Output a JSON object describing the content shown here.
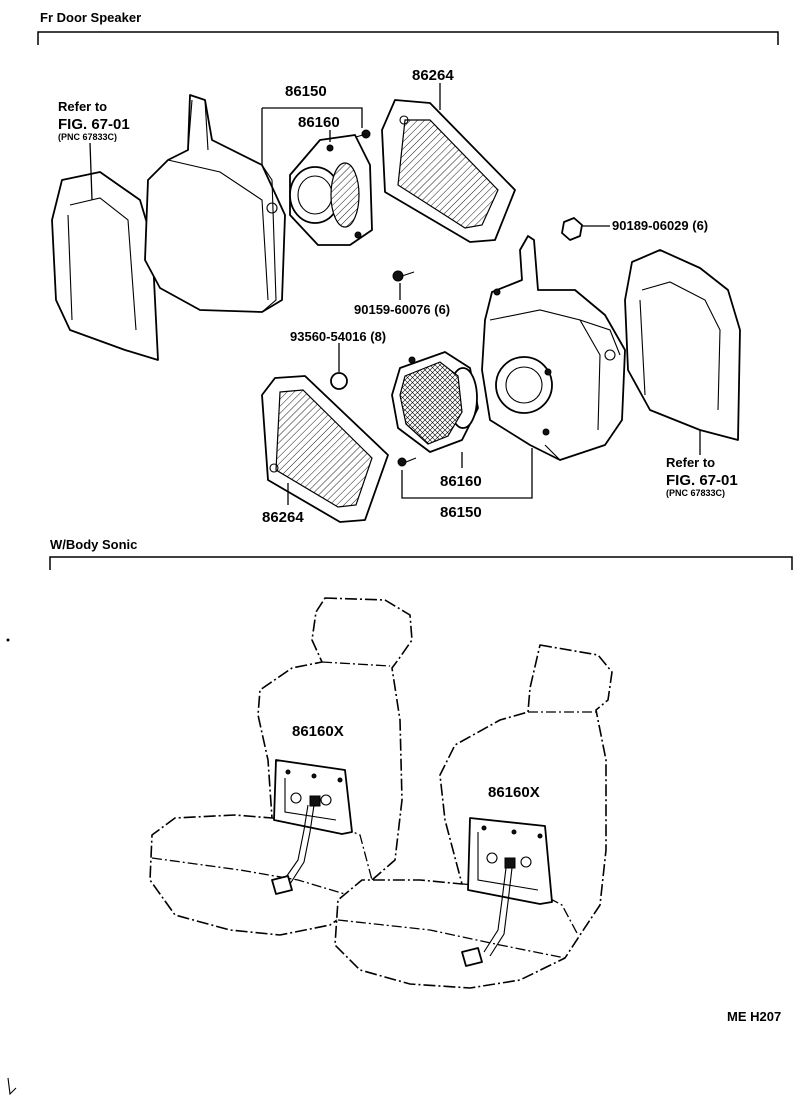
{
  "sections": {
    "top_title": "Fr Door Speaker",
    "bottom_title": "W/Body Sonic"
  },
  "callouts": {
    "refer_left_1": "Refer to",
    "refer_left_2": "FIG. 67-01",
    "refer_left_3": "(PNC 67833C)",
    "refer_right_1": "Refer to",
    "refer_right_2": "FIG. 67-01",
    "refer_right_3": "(PNC 67833C)"
  },
  "parts": {
    "p86150_top": "86150",
    "p86160_top": "86160",
    "p86264_top": "86264",
    "p90189": "90189-06029 (6)",
    "p90159": "90159-60076 (6)",
    "p93560": "93560-54016 (8)",
    "p86160_bottom": "86160",
    "p86150_bottom": "86150",
    "p86264_bottom": "86264",
    "p86160x_left": "86160X",
    "p86160x_right": "86160X"
  },
  "diagram_code": "ME H207"
}
